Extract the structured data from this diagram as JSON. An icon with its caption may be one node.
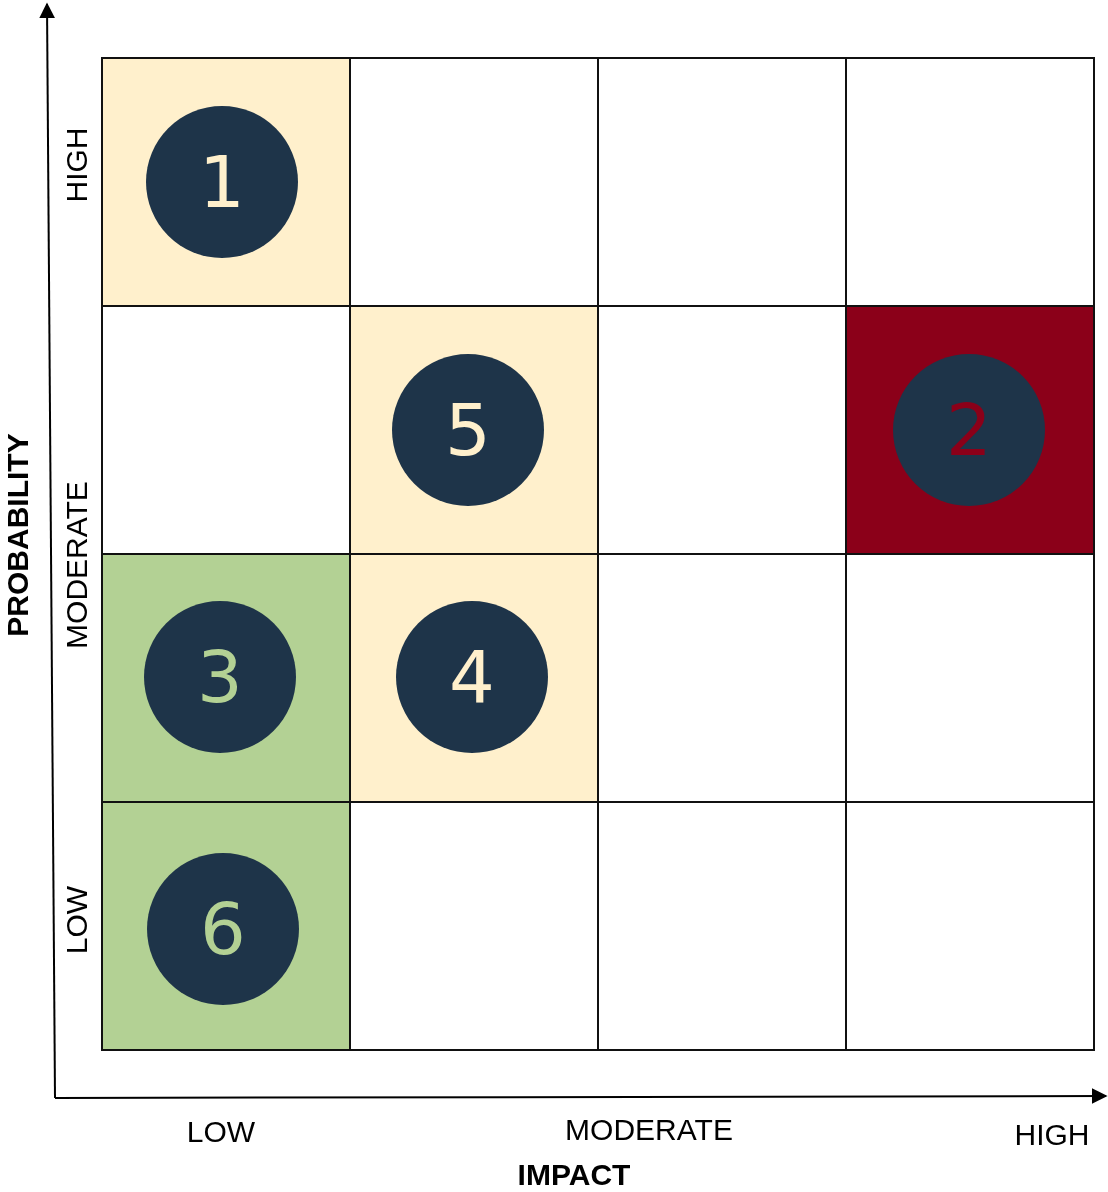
{
  "diagram": {
    "nodes": [
      {
        "text": [
          "1"
        ]
      },
      {
        "text": [
          "5"
        ]
      },
      {
        "text": [
          "2"
        ]
      },
      {
        "text": [
          "3"
        ]
      },
      {
        "text": [
          "4"
        ]
      },
      {
        "text": [
          "6"
        ]
      }
    ],
    "labels": [
      "PROBABILITY",
      "HIGH",
      "MODERATE",
      "LOW",
      "LOW",
      "MODERATE",
      "HIGH",
      "IMPACT"
    ]
  }
}
